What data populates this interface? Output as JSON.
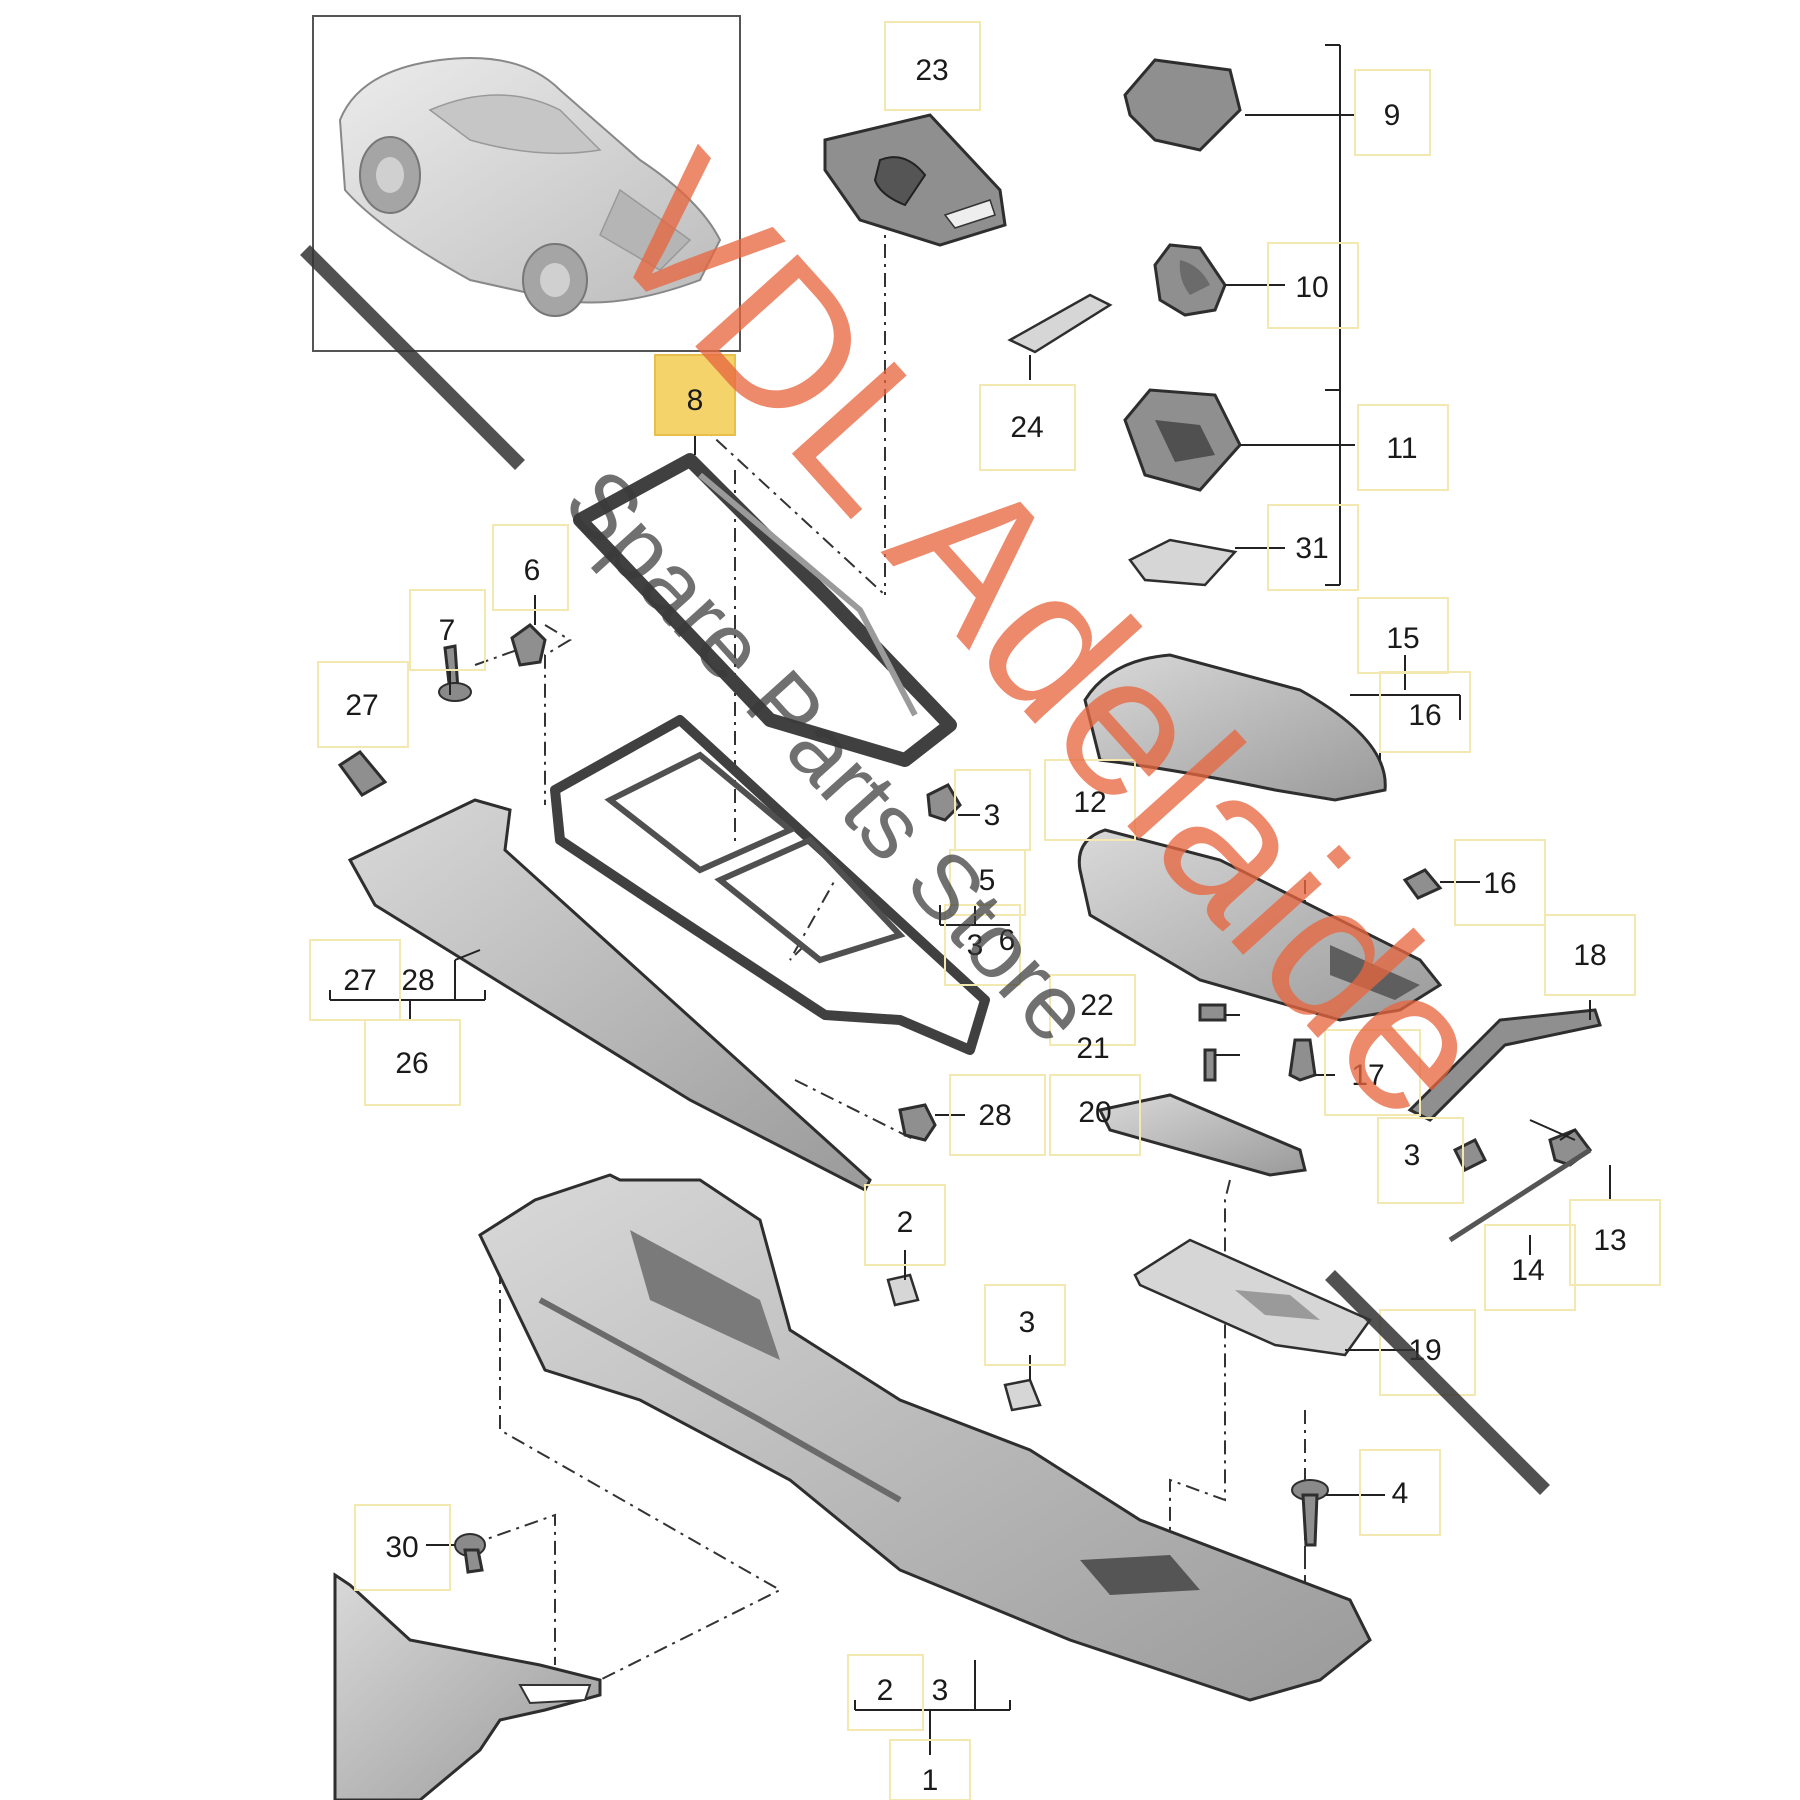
{
  "watermark": {
    "brand": "VDL Adelaide",
    "tagline": "Spare Parts Store",
    "brand_color": "#e8663f",
    "tagline_color": "#3a3a3a"
  },
  "highlight_color": "#f3d36a",
  "callouts": {
    "c1": "1",
    "c2a": "2",
    "c2b": "2",
    "c3a": "3",
    "c3b": "3",
    "c3c": "3",
    "c3d": "3",
    "c3e": "3",
    "c4": "4",
    "c5": "5",
    "c6a": "6",
    "c6b": "6",
    "c7": "7",
    "c8": "8",
    "c9": "9",
    "c10": "10",
    "c11": "11",
    "c12": "12",
    "c13": "13",
    "c14": "14",
    "c15": "15",
    "c16a": "16",
    "c16b": "16",
    "c17": "17",
    "c18": "18",
    "c19": "19",
    "c20": "20",
    "c21": "21",
    "c22": "22",
    "c23": "23",
    "c24": "24",
    "c26": "26",
    "c27a": "27",
    "c27b": "27",
    "c28a": "28",
    "c28b": "28",
    "c30": "30",
    "c31": "31"
  }
}
